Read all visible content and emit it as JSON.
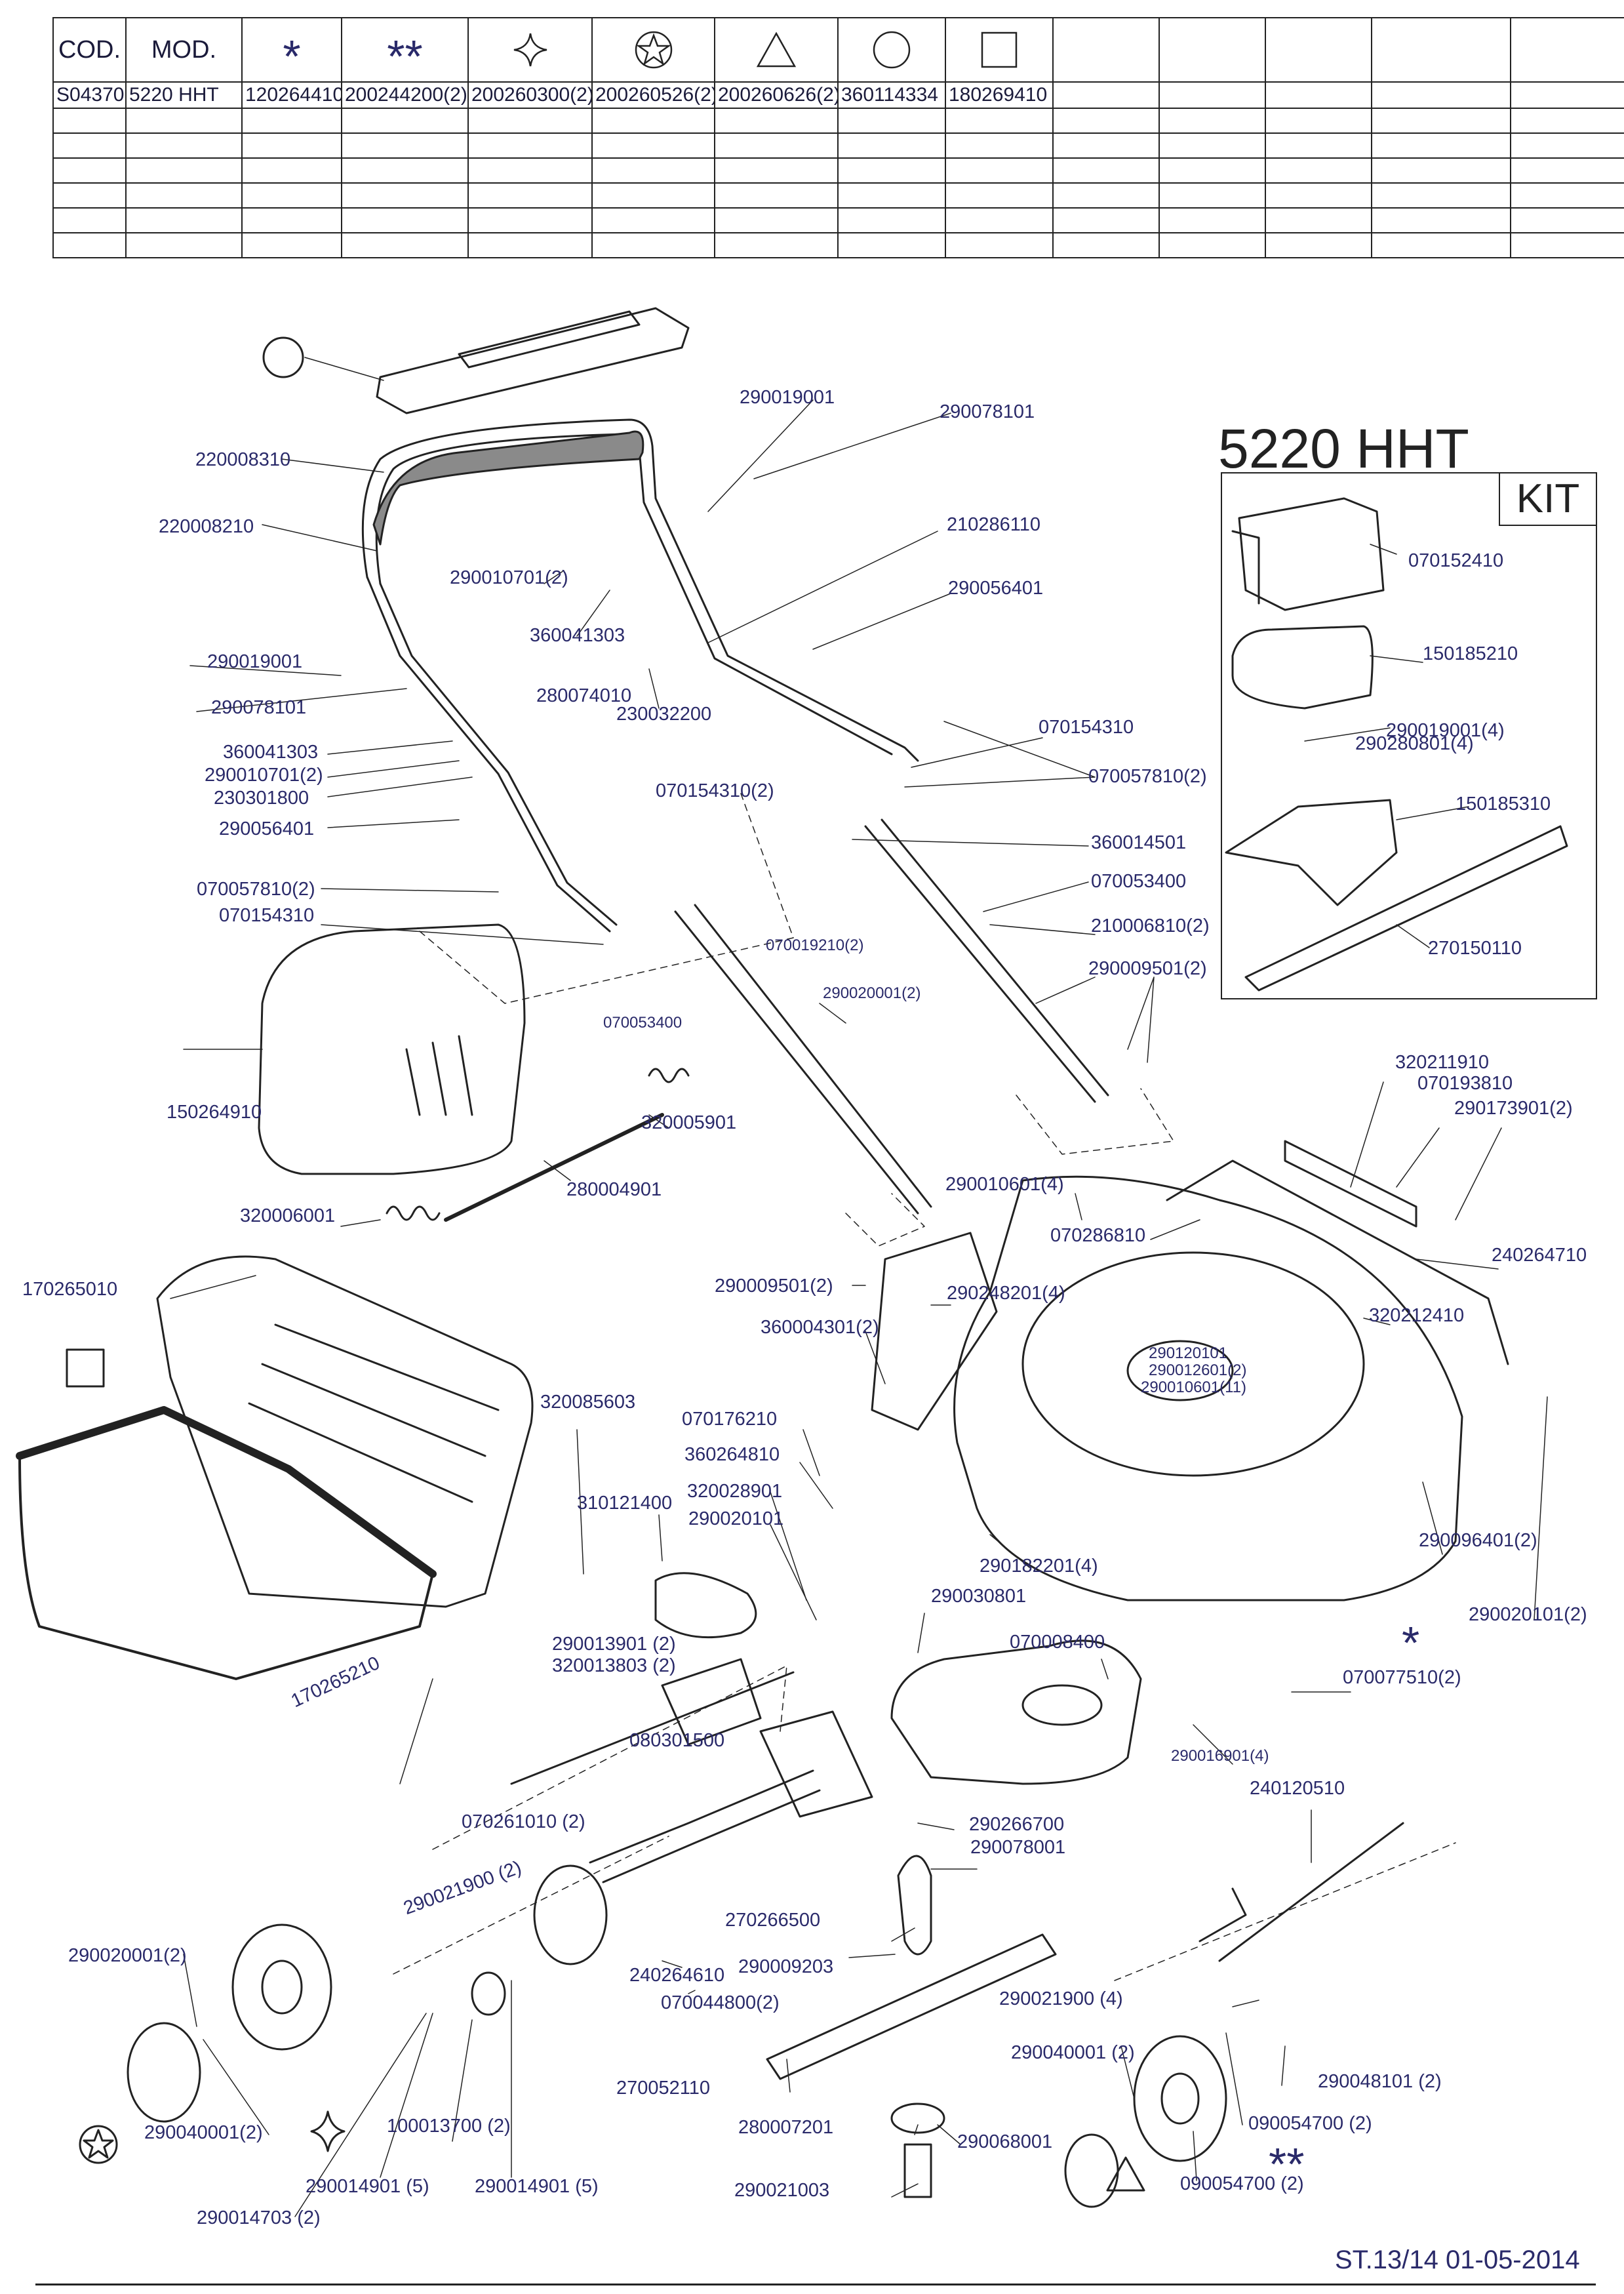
{
  "table": {
    "headers": [
      "COD.",
      "MOD.",
      "*",
      "**",
      "diamond",
      "star",
      "triangle",
      "circle",
      "square",
      "",
      "",
      "",
      "",
      ""
    ],
    "header_symbols": [
      "",
      "",
      "asterisk-icon",
      "double-asterisk-icon",
      "four-point-star-icon",
      "star-in-circle-icon",
      "triangle-icon",
      "circle-icon",
      "square-icon",
      "",
      "",
      "",
      "",
      ""
    ],
    "rows": [
      [
        "S04370",
        "5220 HHT",
        "120264410",
        "200244200(2)",
        "200260300(2)",
        "200260526(2)",
        "200260626(2)",
        "360114334",
        "180269410",
        "",
        "",
        "",
        "",
        ""
      ],
      [
        "",
        "",
        "",
        "",
        "",
        "",
        "",
        "",
        "",
        "",
        "",
        "",
        "",
        ""
      ],
      [
        "",
        "",
        "",
        "",
        "",
        "",
        "",
        "",
        "",
        "",
        "",
        "",
        "",
        ""
      ],
      [
        "",
        "",
        "",
        "",
        "",
        "",
        "",
        "",
        "",
        "",
        "",
        "",
        "",
        ""
      ],
      [
        "",
        "",
        "",
        "",
        "",
        "",
        "",
        "",
        "",
        "",
        "",
        "",
        "",
        ""
      ],
      [
        "",
        "",
        "",
        "",
        "",
        "",
        "",
        "",
        "",
        "",
        "",
        "",
        "",
        ""
      ],
      [
        "",
        "",
        "",
        "",
        "",
        "",
        "",
        "",
        "",
        "",
        "",
        "",
        "",
        ""
      ]
    ]
  },
  "model_title": "5220 HHT",
  "kit_title": "KIT",
  "footer": "ST.13/14  01-05-2014",
  "markers": {
    "asterisk": "*",
    "double_asterisk": "**"
  },
  "labels": [
    "290019001",
    "290078101",
    "220008310",
    "220008210",
    "210286110",
    "290056401",
    "290010701(2)",
    "360041303",
    "290019001",
    "280074010",
    "230032200",
    "290078101",
    "360041303",
    "290010701(2)",
    "230301800",
    "290056401",
    "070154310",
    "070057810(2)",
    "070154310(2)",
    "360014501",
    "070053400",
    "070019210(2)",
    "210006810(2)",
    "290020001(2)",
    "290009501(2)",
    "070057810(2)",
    "070154310",
    "150264910",
    "070053400",
    "320005901",
    "280004901",
    "320006001",
    "170265010",
    "320211910",
    "070193810",
    "290173901(2)",
    "290010601(4)",
    "070286810",
    "240264710",
    "290009501(2)",
    "290248201(4)",
    "360004301(2)",
    "320212410",
    "290120101",
    "290012601(2)",
    "290010601(11)",
    "320085603",
    "070176210",
    "360264810",
    "310121400",
    "320028901",
    "290020101",
    "290182201(4)",
    "290096401(2)",
    "290020101(2)",
    "290030801",
    "070008400",
    "290013901 (2)",
    "320013803 (2)",
    "080301500",
    "170265210",
    "070077510(2)",
    "290016901(4)",
    "240120510",
    "070261010 (2)",
    "290266700",
    "290078001",
    "290021900 (2)",
    "270266500",
    "290009203",
    "240264610",
    "070044800(2)",
    "290020001(2)",
    "290040001(2)",
    "100013700 (2)",
    "290014901 (5)",
    "290014901 (5)",
    "290014703 (2)",
    "270052110",
    "280007201",
    "290068001",
    "290021003",
    "290021900 (4)",
    "290040001 (2)",
    "290048101 (2)",
    "090054700 (2)",
    "090054700 (2)",
    "070152410",
    "150185210",
    "290019001(4)",
    "290280801(4)",
    "150185310",
    "270150110"
  ]
}
